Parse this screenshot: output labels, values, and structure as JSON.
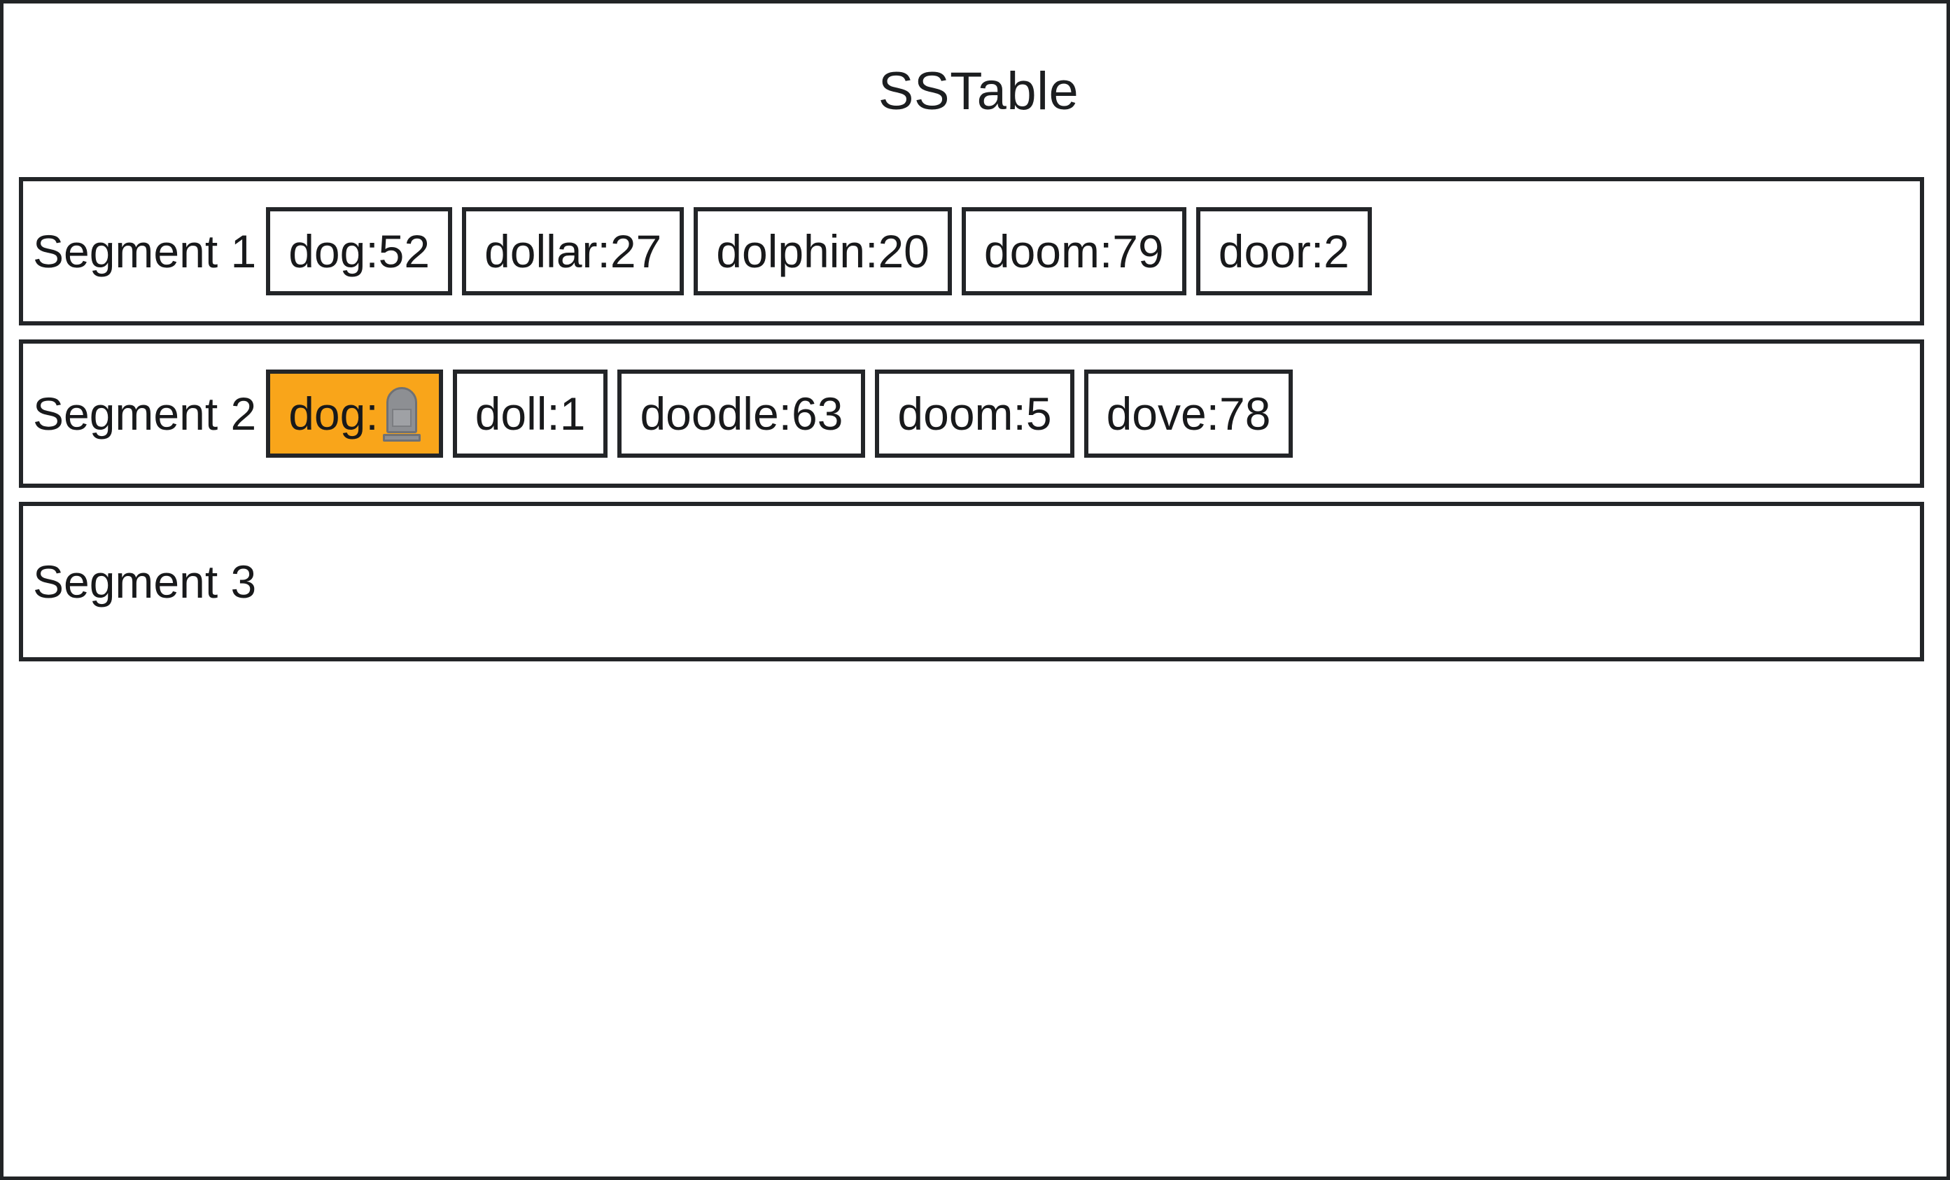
{
  "page": {
    "title": "SSTable",
    "background_color": "#ffffff",
    "border_color": "#232528",
    "text_color": "#18191b",
    "highlight_color": "#f9a51a"
  },
  "segments": [
    {
      "label": "Segment 1",
      "cells": [
        {
          "text": "dog:52",
          "key": "dog",
          "value": "52",
          "deleted": false
        },
        {
          "text": "dollar:27",
          "key": "dollar",
          "value": "27",
          "deleted": false
        },
        {
          "text": "dolphin:20",
          "key": "dolphin",
          "value": "20",
          "deleted": false
        },
        {
          "text": "doom:79",
          "key": "doom",
          "value": "79",
          "deleted": false
        },
        {
          "text": "door:2",
          "key": "door",
          "value": "2",
          "deleted": false
        }
      ]
    },
    {
      "label": "Segment 2",
      "cells": [
        {
          "text": "dog:",
          "key": "dog",
          "value": "tombstone-icon",
          "deleted": true
        },
        {
          "text": "doll:1",
          "key": "doll",
          "value": "1",
          "deleted": false
        },
        {
          "text": "doodle:63",
          "key": "doodle",
          "value": "63",
          "deleted": false
        },
        {
          "text": "doom:5",
          "key": "doom",
          "value": "5",
          "deleted": false
        },
        {
          "text": "dove:78",
          "key": "dove",
          "value": "78",
          "deleted": false
        }
      ]
    },
    {
      "label": "Segment 3",
      "cells": []
    }
  ]
}
